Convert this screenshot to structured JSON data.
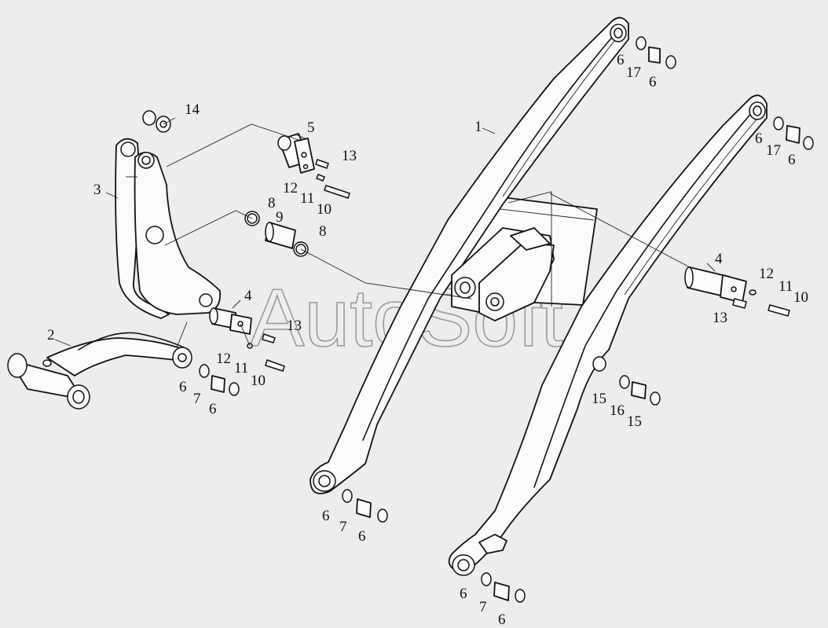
{
  "watermark": "AutoSoft",
  "callouts": [
    {
      "text": "1",
      "part": "boom-arm"
    },
    {
      "text": "2",
      "part": "lever-shaft"
    },
    {
      "text": "3",
      "part": "bellcrank"
    },
    {
      "text": "4",
      "part": "pin"
    },
    {
      "text": "4",
      "part": "pin"
    },
    {
      "text": "5",
      "part": "pin"
    },
    {
      "text": "6",
      "part": "washer"
    },
    {
      "text": "6",
      "part": "washer"
    },
    {
      "text": "6",
      "part": "washer"
    },
    {
      "text": "6",
      "part": "washer"
    },
    {
      "text": "6",
      "part": "washer"
    },
    {
      "text": "6",
      "part": "washer"
    },
    {
      "text": "6",
      "part": "washer"
    },
    {
      "text": "6",
      "part": "washer"
    },
    {
      "text": "6",
      "part": "washer"
    },
    {
      "text": "6",
      "part": "washer"
    },
    {
      "text": "7",
      "part": "bushing"
    },
    {
      "text": "7",
      "part": "bushing"
    },
    {
      "text": "7",
      "part": "bushing"
    },
    {
      "text": "8",
      "part": "seal-ring"
    },
    {
      "text": "8",
      "part": "seal-ring"
    },
    {
      "text": "9",
      "part": "bushing"
    },
    {
      "text": "10",
      "part": "bolt"
    },
    {
      "text": "10",
      "part": "bolt"
    },
    {
      "text": "10",
      "part": "bolt"
    },
    {
      "text": "11",
      "part": "washer"
    },
    {
      "text": "11",
      "part": "washer"
    },
    {
      "text": "11",
      "part": "washer"
    },
    {
      "text": "12",
      "part": "plate"
    },
    {
      "text": "12",
      "part": "plate"
    },
    {
      "text": "12",
      "part": "plate"
    },
    {
      "text": "13",
      "part": "grease-fitting"
    },
    {
      "text": "13",
      "part": "grease-fitting"
    },
    {
      "text": "13",
      "part": "grease-fitting"
    },
    {
      "text": "14",
      "part": "washer"
    },
    {
      "text": "15",
      "part": "washer"
    },
    {
      "text": "15",
      "part": "washer"
    },
    {
      "text": "16",
      "part": "bushing"
    },
    {
      "text": "17",
      "part": "bushing"
    },
    {
      "text": "17",
      "part": "bushing"
    }
  ]
}
